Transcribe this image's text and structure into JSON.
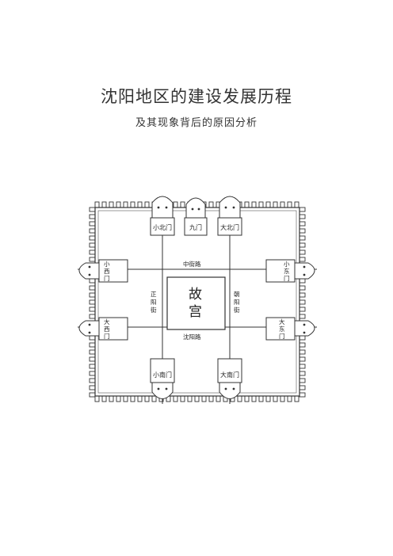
{
  "document": {
    "title": "沈阳地区的建设发展历程",
    "subtitle": "及其现象背后的原因分析"
  },
  "city_map": {
    "palace_label_line1": "故",
    "palace_label_line2": "宫",
    "gates": {
      "north_small": "小北门",
      "north_nine": "九门",
      "north_big": "大北门",
      "west_small": [
        "小",
        "西",
        "门"
      ],
      "west_big": [
        "大",
        "西",
        "门"
      ],
      "east_small": [
        "小",
        "东",
        "门"
      ],
      "east_big": [
        "大",
        "东",
        "门"
      ],
      "south_small": "小南门",
      "south_big": "大南门"
    },
    "streets": {
      "zhongjie": "中街路",
      "shenyang": "沈阳路",
      "zhengyang": [
        "正",
        "阳",
        "街"
      ],
      "chaoyang": [
        "朝",
        "阳",
        "街"
      ]
    }
  }
}
